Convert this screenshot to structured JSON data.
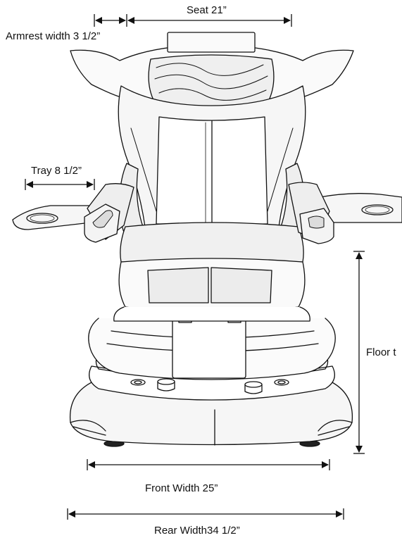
{
  "labels": {
    "seat": "Seat 21”",
    "armrest": "Armrest width 3 1/2”",
    "tray": "Tray 8 1/2”",
    "floor": "Floor t",
    "front": "Front Width 25”",
    "rear": "Rear Width34 1/2”"
  },
  "colors": {
    "line": "#111111",
    "panel": "#f6f6f6",
    "seat": "#efefef",
    "accent": "#9a9a9a"
  }
}
